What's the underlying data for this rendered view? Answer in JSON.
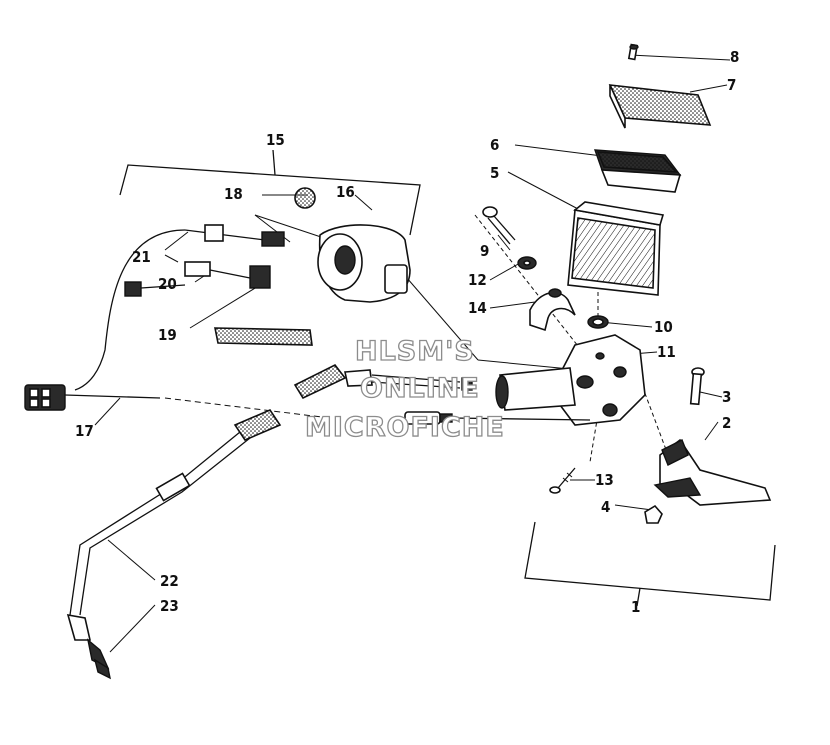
{
  "callouts": [
    {
      "id": "1",
      "text": "1"
    },
    {
      "id": "2",
      "text": "2"
    },
    {
      "id": "3",
      "text": "3"
    },
    {
      "id": "4",
      "text": "4"
    },
    {
      "id": "5",
      "text": "5"
    },
    {
      "id": "6",
      "text": "6"
    },
    {
      "id": "7",
      "text": "7"
    },
    {
      "id": "8",
      "text": "8"
    },
    {
      "id": "9",
      "text": "9"
    },
    {
      "id": "10",
      "text": "10"
    },
    {
      "id": "11",
      "text": "11"
    },
    {
      "id": "12",
      "text": "12"
    },
    {
      "id": "13",
      "text": "13"
    },
    {
      "id": "14",
      "text": "14"
    },
    {
      "id": "15",
      "text": "15"
    },
    {
      "id": "16",
      "text": "16"
    },
    {
      "id": "17",
      "text": "17"
    },
    {
      "id": "18",
      "text": "18"
    },
    {
      "id": "19",
      "text": "19"
    },
    {
      "id": "20",
      "text": "20"
    },
    {
      "id": "21",
      "text": "21"
    },
    {
      "id": "22",
      "text": "22"
    },
    {
      "id": "23",
      "text": "23"
    }
  ],
  "watermark": {
    "line1": "HLSM'S",
    "line2": "ONLINE",
    "line3": "MICROFICHE"
  }
}
